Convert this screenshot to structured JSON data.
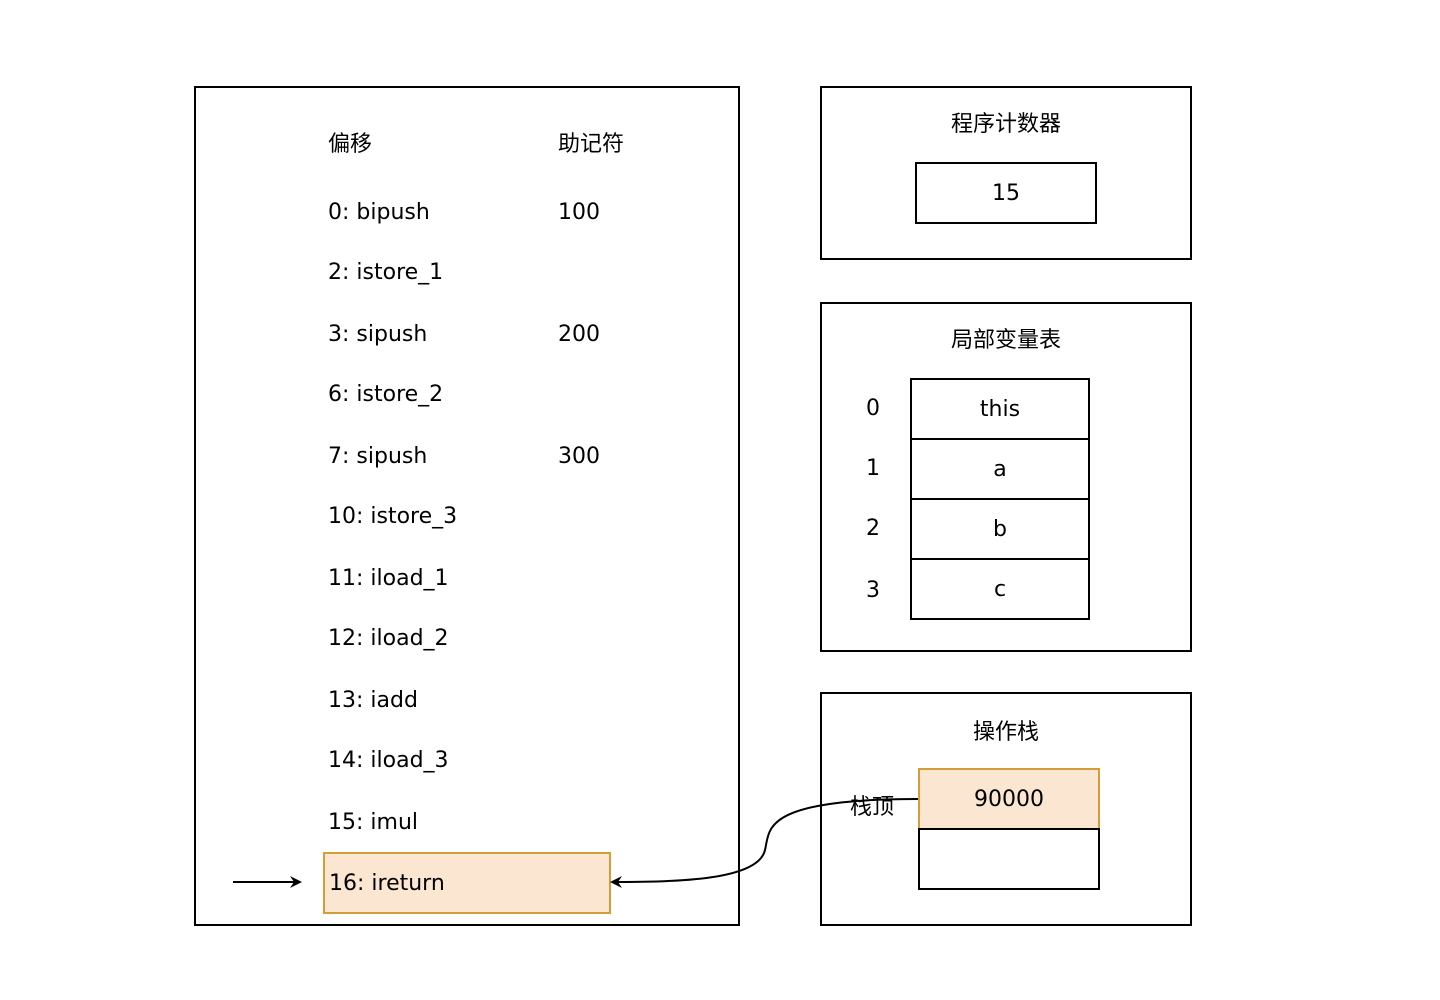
{
  "bytecode_panel": {
    "header_offset": "偏移",
    "header_mnemonic": "助记符",
    "instructions": [
      {
        "instr": "0: bipush",
        "arg": "100"
      },
      {
        "instr": "2: istore_1",
        "arg": ""
      },
      {
        "instr": "3: sipush",
        "arg": "200"
      },
      {
        "instr": "6: istore_2",
        "arg": ""
      },
      {
        "instr": "7: sipush",
        "arg": "300"
      },
      {
        "instr": "10: istore_3",
        "arg": ""
      },
      {
        "instr": "11: iload_1",
        "arg": ""
      },
      {
        "instr": "12: iload_2",
        "arg": ""
      },
      {
        "instr": "13: iadd",
        "arg": ""
      },
      {
        "instr": "14: iload_3",
        "arg": ""
      },
      {
        "instr": "15: imul",
        "arg": ""
      },
      {
        "instr": "16: ireturn",
        "arg": ""
      }
    ],
    "current_instruction_index": 11
  },
  "program_counter": {
    "title": "程序计数器",
    "value": "15"
  },
  "local_variables": {
    "title": "局部变量表",
    "slots": [
      {
        "index": "0",
        "value": "this"
      },
      {
        "index": "1",
        "value": "a"
      },
      {
        "index": "2",
        "value": "b"
      },
      {
        "index": "3",
        "value": "c"
      }
    ]
  },
  "operand_stack": {
    "title": "操作栈",
    "top_label": "栈顶",
    "entries": [
      "90000",
      ""
    ]
  },
  "colors": {
    "highlight_fill": "#fae6d1",
    "highlight_border": "#d39e37",
    "line": "#000000"
  }
}
